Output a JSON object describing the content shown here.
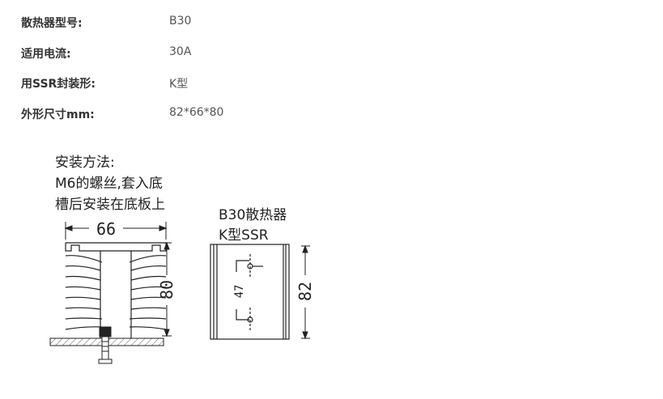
{
  "specs": [
    {
      "label": "散热器型号:",
      "value": "B30"
    },
    {
      "label": "适用电流:",
      "value": "30A"
    },
    {
      "label": "用SSR封装形:",
      "value": "K型"
    },
    {
      "label": "外形尺寸mm:",
      "value": "82*66*80"
    }
  ],
  "drawing": {
    "install_line1": "安装方法:",
    "install_line2": "M6的螺丝,套入底",
    "install_line3": "槽后安装在底板上",
    "dim_width": "66",
    "dim_height": "80",
    "side_title1": "B30散热器",
    "side_title2": "K型SSR",
    "dim_hole": "47",
    "dim_length": "82"
  }
}
